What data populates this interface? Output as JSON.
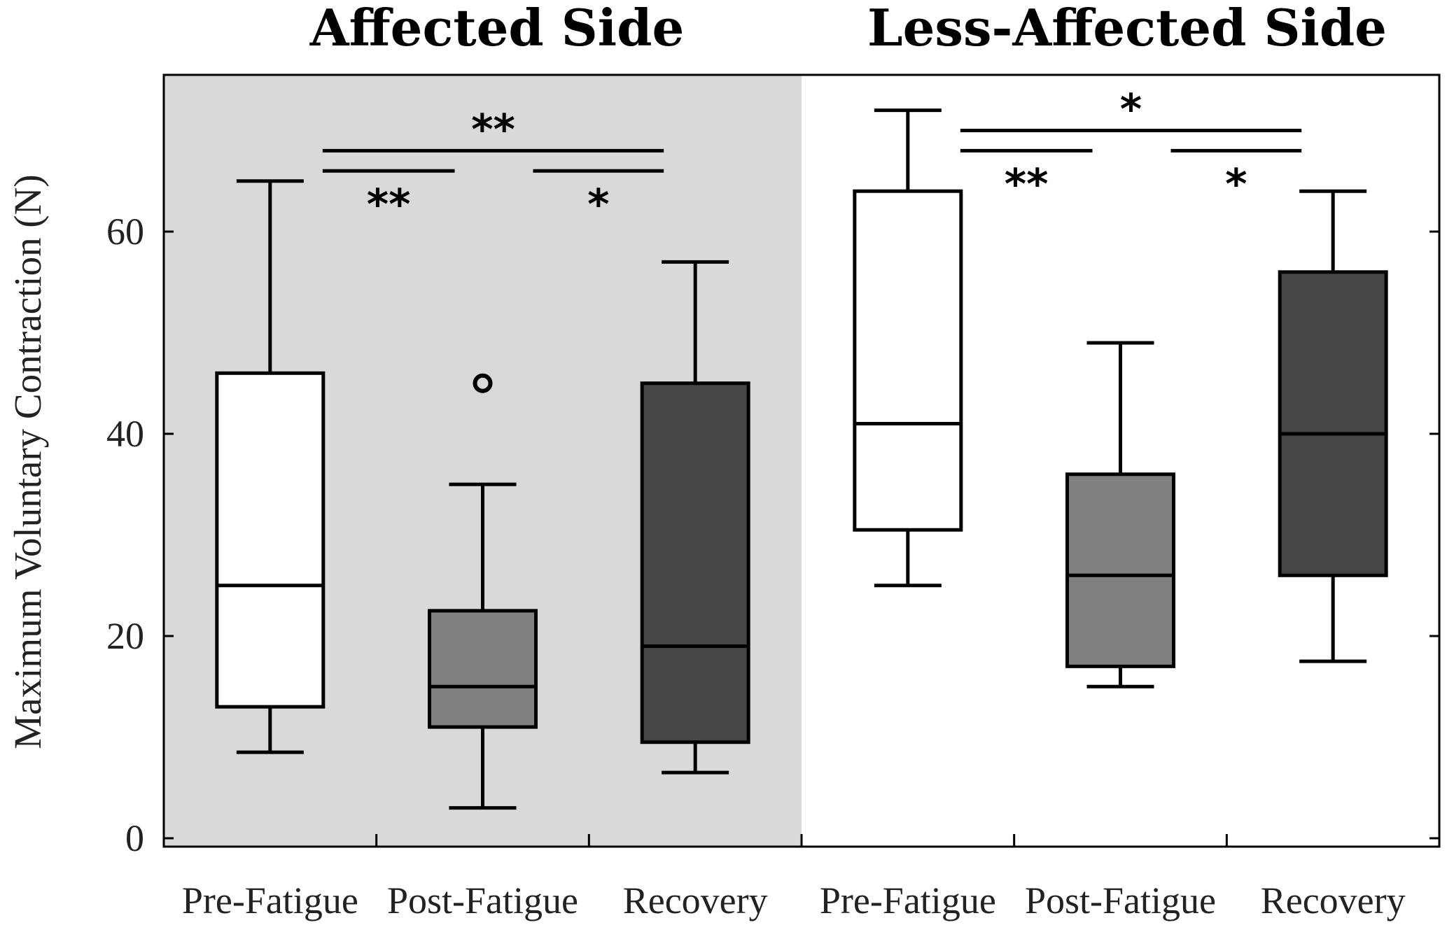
{
  "chart_data": {
    "type": "box",
    "ylabel": "Maximum Voluntary Contraction (N)",
    "ylim": [
      0,
      76
    ],
    "yticks": [
      0,
      20,
      40,
      60
    ],
    "grid": false,
    "shaded_panel": "Affected Side",
    "panels": [
      {
        "title": "Affected Side",
        "categories": [
          "Pre-Fatigue",
          "Post-Fatigue",
          "Recovery"
        ],
        "boxes": [
          {
            "category": "Pre-Fatigue",
            "whisker_low": 8.5,
            "q1": 13,
            "median": 25,
            "q3": 46,
            "whisker_high": 65,
            "fill": "#ffffff",
            "outliers": []
          },
          {
            "category": "Post-Fatigue",
            "whisker_low": 3,
            "q1": 11,
            "median": 15,
            "q3": 22.5,
            "whisker_high": 35,
            "fill": "#808080",
            "outliers": [
              45
            ]
          },
          {
            "category": "Recovery",
            "whisker_low": 6.5,
            "q1": 9.5,
            "median": 19,
            "q3": 45,
            "whisker_high": 57,
            "fill": "#454545",
            "outliers": []
          }
        ],
        "significance": [
          {
            "from": "Pre-Fatigue",
            "to": "Recovery",
            "label": "**",
            "y": 68,
            "label_side": "above"
          },
          {
            "from": "Pre-Fatigue",
            "to": "Post-Fatigue",
            "label": "**",
            "y": 66,
            "label_side": "below"
          },
          {
            "from": "Post-Fatigue",
            "to": "Recovery",
            "label": "*",
            "y": 66,
            "label_side": "below"
          }
        ]
      },
      {
        "title": "Less-Affected Side",
        "categories": [
          "Pre-Fatigue",
          "Post-Fatigue",
          "Recovery"
        ],
        "boxes": [
          {
            "category": "Pre-Fatigue",
            "whisker_low": 25,
            "q1": 30.5,
            "median": 41,
            "q3": 64,
            "whisker_high": 72,
            "fill": "#ffffff",
            "outliers": []
          },
          {
            "category": "Post-Fatigue",
            "whisker_low": 15,
            "q1": 17,
            "median": 26,
            "q3": 36,
            "whisker_high": 49,
            "fill": "#808080",
            "outliers": []
          },
          {
            "category": "Recovery",
            "whisker_low": 17.5,
            "q1": 26,
            "median": 40,
            "q3": 56,
            "whisker_high": 64,
            "fill": "#454545",
            "outliers": []
          }
        ],
        "significance": [
          {
            "from": "Pre-Fatigue",
            "to": "Recovery",
            "label": "*",
            "y": 70,
            "label_side": "above"
          },
          {
            "from": "Pre-Fatigue",
            "to": "Post-Fatigue",
            "label": "**",
            "y": 68,
            "label_side": "below"
          },
          {
            "from": "Post-Fatigue",
            "to": "Recovery",
            "label": "*",
            "y": 68,
            "label_side": "below"
          }
        ]
      }
    ]
  }
}
